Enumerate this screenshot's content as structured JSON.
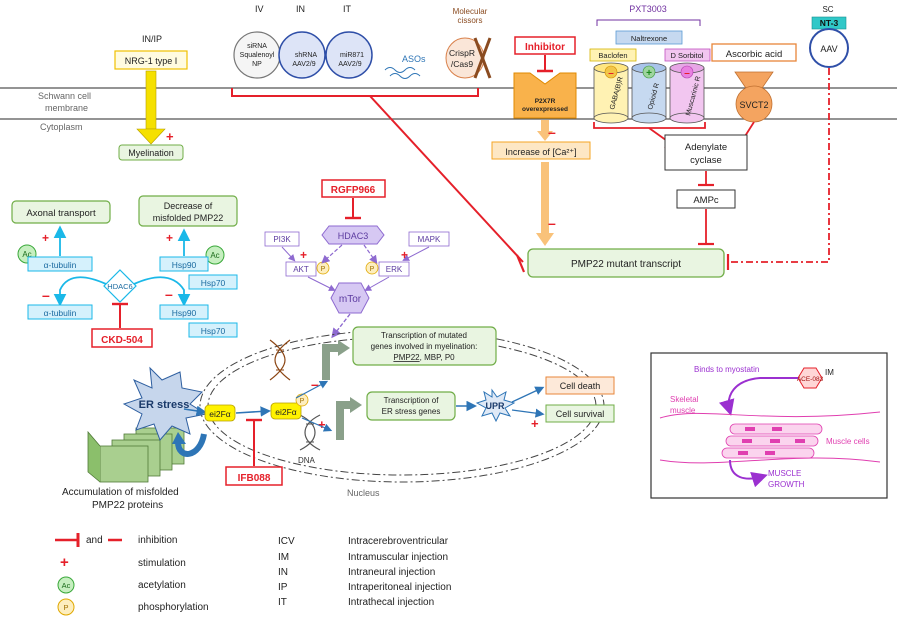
{
  "colors": {
    "inhibit": "#e5202a",
    "stim_arrow": "#f5a623",
    "cyan": "#1ab8e8",
    "green_box": "#e9f5e1",
    "green_border": "#70ad47",
    "purple": "#8e6ad0",
    "magenta": "#e03fb0",
    "yellow": "#f5e000"
  },
  "membrane": {
    "label_top": "Schwann cell",
    "label_mid": "membrane",
    "label_bottom": "Cytoplasm"
  },
  "nrg": {
    "route": "IN/IP",
    "label": "NRG-1 type I",
    "effect": "Myelination"
  },
  "delivery": {
    "iv": {
      "route": "IV",
      "l1": "siRNA",
      "l2": "Squalenoyl",
      "l3": "NP"
    },
    "in": {
      "route": "IN",
      "l1": "shRNA",
      "l2": "AAV2/9"
    },
    "it": {
      "route": "IT",
      "l1": "miR871",
      "l2": "AAV2/9"
    },
    "asos": "ASOs",
    "scissors_l1": "Molecular",
    "scissors_l2": "cissors",
    "crispr_l1": "CrispR",
    "crispr_l2": "/Cas9"
  },
  "p2x7r": {
    "inhibitor": "Inhibitor",
    "l1": "P2X7R",
    "l2": "overexpressed",
    "calcium": "Increase of [Ca²⁺]"
  },
  "pxt3003": {
    "title": "PXT3003",
    "naltrexone": "Naltrexone",
    "baclofen": "Baclofen",
    "sorbitol": "D Sorbitol",
    "r1": "GABA(B)R",
    "r2": "Opioid R",
    "r3": "Muscarinic R"
  },
  "ascorbic": {
    "label": "Ascorbic acid",
    "transporter": "SVCT2"
  },
  "aav": {
    "route": "SC",
    "label": "NT-3",
    "vector": "AAV"
  },
  "adenylate": {
    "l1": "Adenylate",
    "l2": "cyclase",
    "ampc": "AMPc"
  },
  "pmp22_transcript": "PMP22 mutant transcript",
  "rgfp": "RGFP966",
  "hdac3": "HDAC3",
  "pi3k": "PI3K",
  "mapk": "MAPK",
  "akt": "AKT",
  "erk": "ERK",
  "mtor": "mTor",
  "axonal": "Axonal transport",
  "misfolded_l1": "Decrease of",
  "misfolded_l2": "misfolded PMP22",
  "tubulin": "α-tubulin",
  "hdac6": "HDAC6",
  "hsp90": "Hsp90",
  "hsp70": "Hsp70",
  "ckd": "CKD-504",
  "transcription_myelin": {
    "l1": "Transcription of mutated",
    "l2": "genes involved in myelination:",
    "l3_pmp22": "PMP22",
    "l3_rest": ", MBP, P0"
  },
  "transcription_er": {
    "l1": "Transcription of",
    "l2": "ER stress genes"
  },
  "er_stress": "ER stress",
  "ei2fa": "ei2Fα",
  "upr": "UPR",
  "cell_death": "Cell death",
  "cell_survival": "Cell survival",
  "dna": "DNA",
  "nucleus": "Nucleus",
  "ifb": "IFB088",
  "accum_l1": "Accumulation of misfolded",
  "accum_l2": "PMP22 proteins",
  "muscle": {
    "binds": "Binds to myostatin",
    "ace": "ACE-083",
    "route": "IM",
    "skeletal_l1": "Skeletal",
    "skeletal_l2": "muscle",
    "cells": "Muscle cells",
    "growth_l1": "MUSCLE",
    "growth_l2": "GROWTH"
  },
  "legend": {
    "and": "and",
    "inhibition": "inhibition",
    "stimulation": "stimulation",
    "acetylation": "acetylation",
    "phosphorylation": "phosphorylation",
    "ac": "Ac",
    "p": "P",
    "plus": "+",
    "minus": "–"
  },
  "abbreviations": [
    {
      "abbr": "ICV",
      "full": "Intracerebroventricular"
    },
    {
      "abbr": "IM",
      "full": "Intramuscular injection"
    },
    {
      "abbr": "IN",
      "full": "Intraneural injection"
    },
    {
      "abbr": "IP",
      "full": "Intraperitoneal injection"
    },
    {
      "abbr": "IT",
      "full": "Intrathecal injection"
    }
  ]
}
